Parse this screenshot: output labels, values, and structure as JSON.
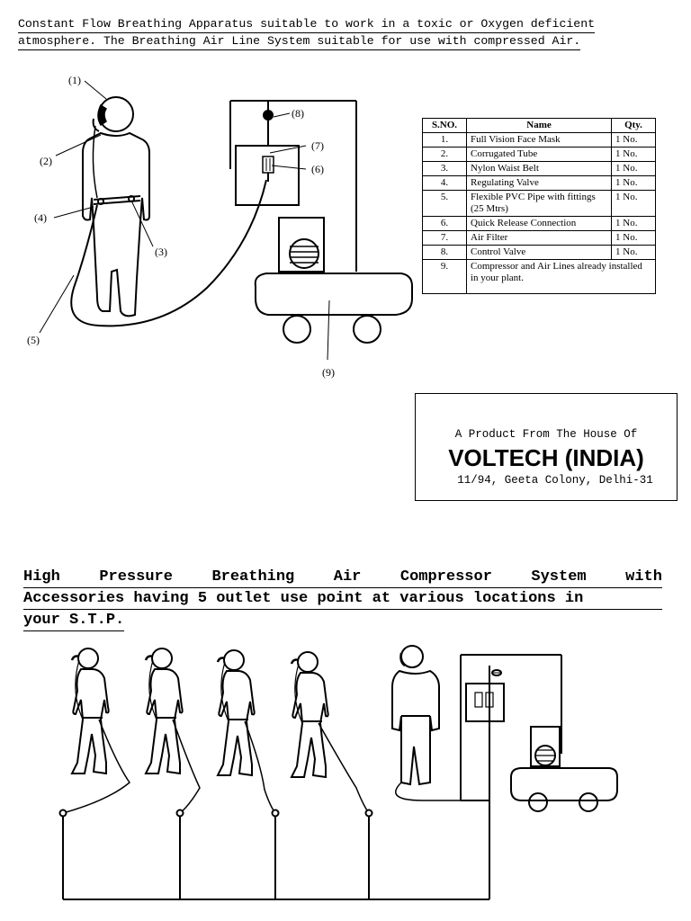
{
  "top_heading": {
    "line1": "Constant Flow Breathing Apparatus suitable to work in a toxic or Oxygen deficient",
    "line2": "atmosphere. The Breathing Air Line System suitable for use with compressed Air."
  },
  "diagram_labels": {
    "l1": "(1)",
    "l2": "(2)",
    "l3": "(3)",
    "l4": "(4)",
    "l5": "(5)",
    "l6": "(6)",
    "l7": "(7)",
    "l8": "(8)",
    "l9": "(9)"
  },
  "parts_table": {
    "headers": [
      "S.NO.",
      "Name",
      "Qty."
    ],
    "rows": [
      {
        "sno": "1.",
        "name": "Full Vision Face Mask",
        "qty": "1 No."
      },
      {
        "sno": "2.",
        "name": "Corrugated Tube",
        "qty": "1 No."
      },
      {
        "sno": "3.",
        "name": "Nylon Waist Belt",
        "qty": "1 No."
      },
      {
        "sno": "4.",
        "name": "Regulating Valve",
        "qty": "1 No."
      },
      {
        "sno": "5.",
        "name": "Flexible PVC Pipe with fittings (25 Mtrs)",
        "qty": "1 No."
      },
      {
        "sno": "6.",
        "name": "Quick Release Connection",
        "qty": "1 No."
      },
      {
        "sno": "7.",
        "name": "Air Filter",
        "qty": "1 No."
      },
      {
        "sno": "8.",
        "name": "Control Valve",
        "qty": "1 No."
      },
      {
        "sno": "9.",
        "name": "Compressor and Air Lines already installed in your plant.",
        "qty": ""
      }
    ]
  },
  "company": {
    "tagline": "A Product From The House Of",
    "name": "VOLTECH (INDIA)",
    "address": "11/94, Geeta Colony, Delhi-31"
  },
  "bottom_heading": {
    "line1_words": [
      "High",
      "Pressure",
      "Breathing",
      "Air",
      "Compressor",
      "System",
      "with"
    ],
    "line2": "Accessories having 5 outlet use point at various locations in",
    "line3": "your S.T.P."
  }
}
